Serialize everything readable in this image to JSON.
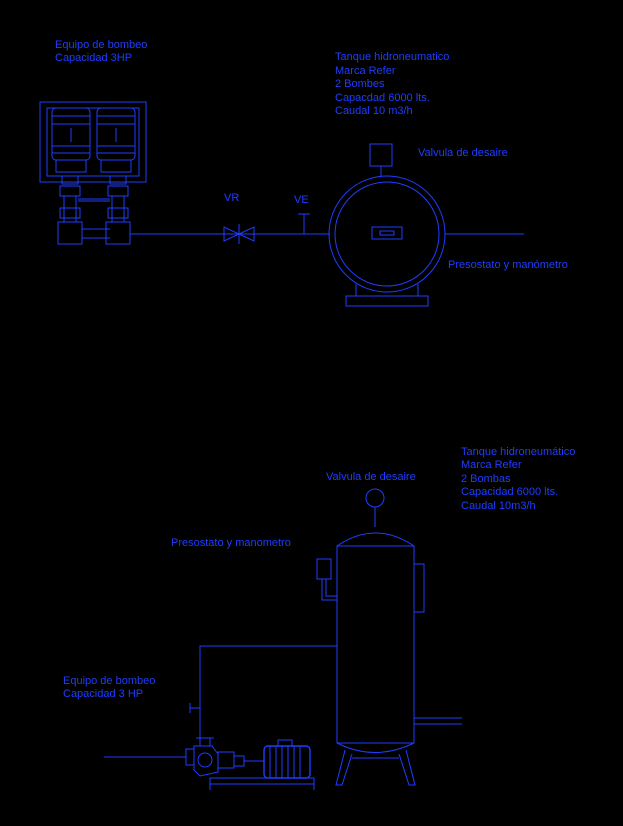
{
  "top_view": {
    "pump_label": [
      "Equipo de bombeo",
      "Capacidad  3HP"
    ],
    "tank_label": [
      "Tanque hidroneumatico",
      "Marca  Refer",
      "2 Bombes",
      "Capacdad  6000 lts.",
      "Caudal  10 m3/h"
    ],
    "valve_label": "Valvula de desaire",
    "switch_label": "Presostato y manómetro",
    "vr_label": "VR",
    "ve_label": "VE"
  },
  "side_view": {
    "tank_label": [
      "Tanque hidroneumático",
      "Marca  Refer",
      "2 Bombas",
      "Capacidad  6000 lts.",
      "Caudal  10m3/h"
    ],
    "valve_label": "Valvula de desaire",
    "switch_label": "Presostato y manometro",
    "pump_label": [
      "Equipo de bombeo",
      "Capacidad  3 HP"
    ]
  },
  "colors": {
    "background": "#000000",
    "line": "#1f3dff"
  }
}
